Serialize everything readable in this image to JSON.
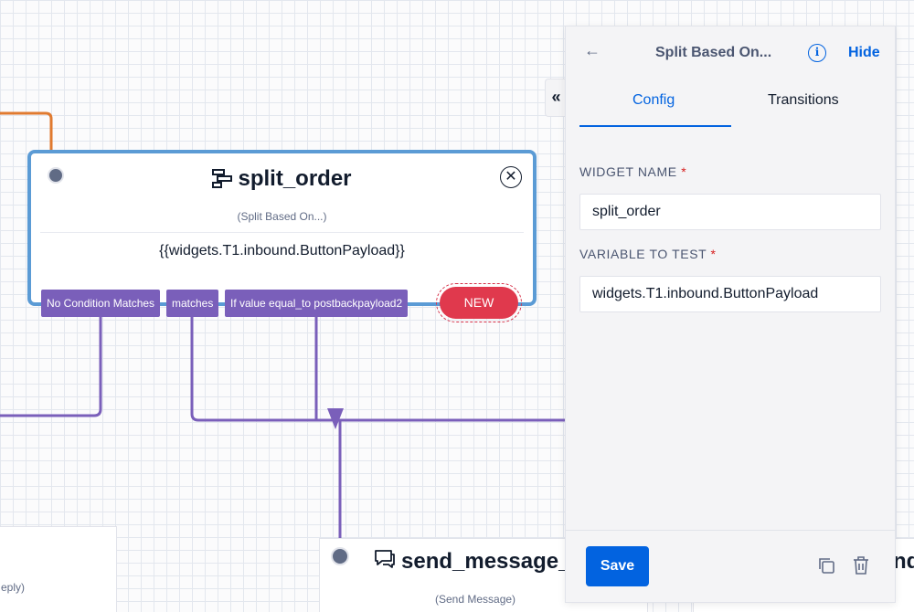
{
  "canvas": {
    "main_widget": {
      "name": "split_order",
      "subtype": "(Split Based On...)",
      "expression": "{{widgets.T1.inbound.ButtonPayload}}",
      "transitions": [
        {
          "label": "No Condition Matches"
        },
        {
          "label": "matches"
        },
        {
          "label": "If value equal_to postbackpayload2"
        }
      ],
      "new_label": "NEW"
    },
    "cards": {
      "left": {
        "subtitle": "eply)"
      },
      "middle": {
        "title": "send_message_",
        "subtitle": "(Send Message)"
      },
      "right": {
        "title": "nd_"
      }
    }
  },
  "panel": {
    "collapse_icon": "«",
    "back_icon": "←",
    "title": "Split Based On...",
    "info_icon": "i",
    "hide_label": "Hide",
    "tabs": [
      {
        "label": "Config",
        "active": true
      },
      {
        "label": "Transitions",
        "active": false
      }
    ],
    "fields": {
      "widget_name": {
        "label": "WIDGET NAME",
        "required_mark": "*",
        "value": "split_order"
      },
      "variable_to_test": {
        "label": "VARIABLE TO TEST",
        "required_mark": "*",
        "value": "widgets.T1.inbound.ButtonPayload"
      }
    },
    "save_label": "Save"
  },
  "colors": {
    "accent": "#0263e0",
    "widget_border": "#5b9bd5",
    "transition": "#7a5fba",
    "wire_orange": "#e07a2f",
    "new_badge": "#e0394d",
    "required": "#d61f1f"
  }
}
